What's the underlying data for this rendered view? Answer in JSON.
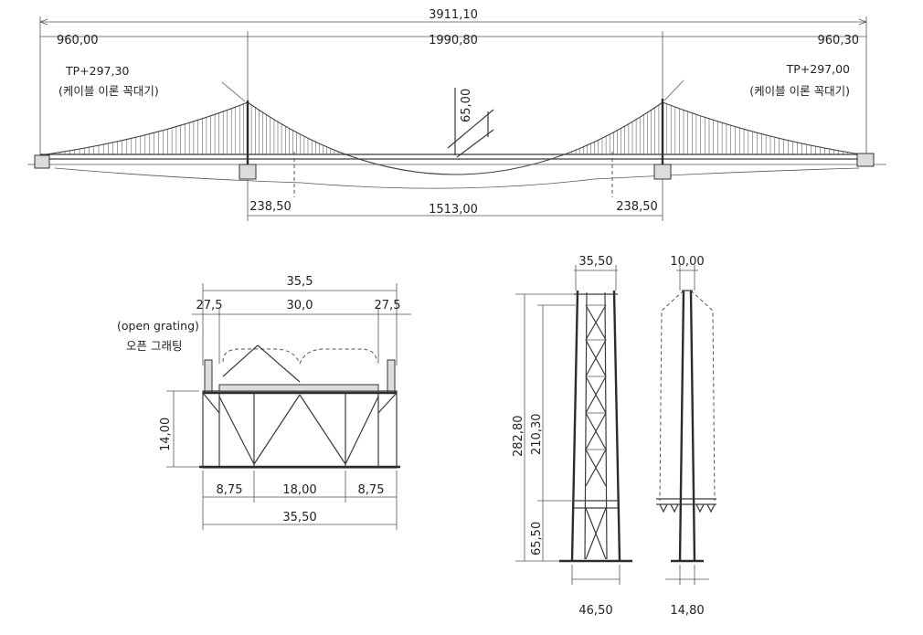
{
  "elevation": {
    "total_length": "3911,10",
    "left_side_span": "960,00",
    "main_span_total": "1990,80",
    "right_side_span": "960,30",
    "left_tower_top": "TP+297,30",
    "left_tower_note": "(케이블 이론 꼭대기)",
    "right_tower_top": "TP+297,00",
    "right_tower_note": "(케이블 이론 꼭대기)",
    "clearance": "65,00",
    "left_offset": "238,50",
    "center_span": "1513,00",
    "right_offset": "238,50"
  },
  "deck_section": {
    "total_width": "35,5",
    "left_walkway": "27,5",
    "roadway": "30,0",
    "right_walkway": "27,5",
    "grating_label": "(open grating)",
    "grating_label_ko": "오픈 그래팅",
    "truss_height": "14,00",
    "bottom_left": "8,75",
    "bottom_middle": "18,00",
    "bottom_right": "8,75",
    "bottom_total": "35,50"
  },
  "tower_front": {
    "top_width": "35,50",
    "total_height": "282,80",
    "upper_height": "210,30",
    "lower_height": "65,50",
    "base_width": "46,50"
  },
  "tower_side": {
    "top_width": "10,00",
    "base_width": "14,80"
  }
}
